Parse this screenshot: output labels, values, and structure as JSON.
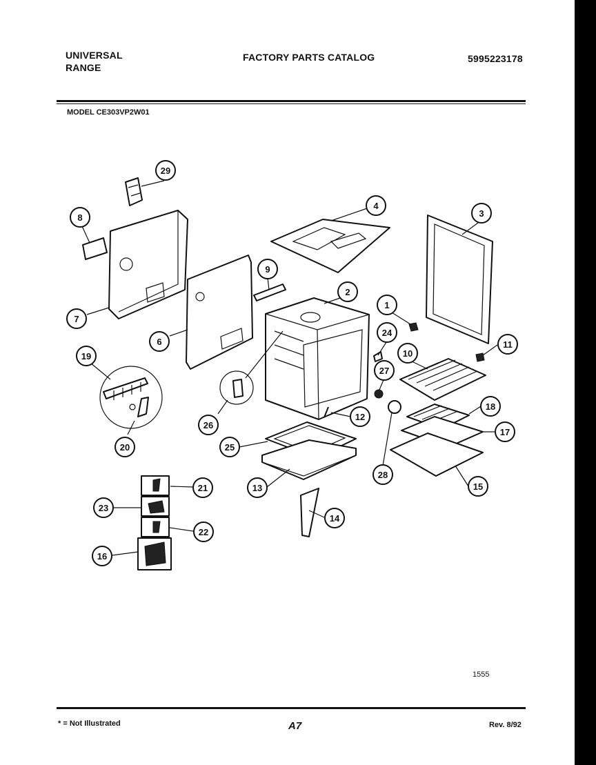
{
  "header": {
    "brand_line1": "UNIVERSAL",
    "brand_line2": "RANGE",
    "catalog_title": "FACTORY PARTS CATALOG",
    "catalog_number": "5995223178",
    "model_label": "MODEL CE303VP2W01"
  },
  "footer": {
    "code": "1555",
    "legend": "* = Not Illustrated",
    "page": "A7",
    "revision": "Rev. 8/92"
  },
  "callouts": [
    "1",
    "2",
    "3",
    "4",
    "6",
    "7",
    "8",
    "9",
    "10",
    "11",
    "12",
    "13",
    "14",
    "15",
    "16",
    "17",
    "18",
    "19",
    "20",
    "21",
    "22",
    "23",
    "24",
    "25",
    "26",
    "27",
    "28",
    "29"
  ]
}
